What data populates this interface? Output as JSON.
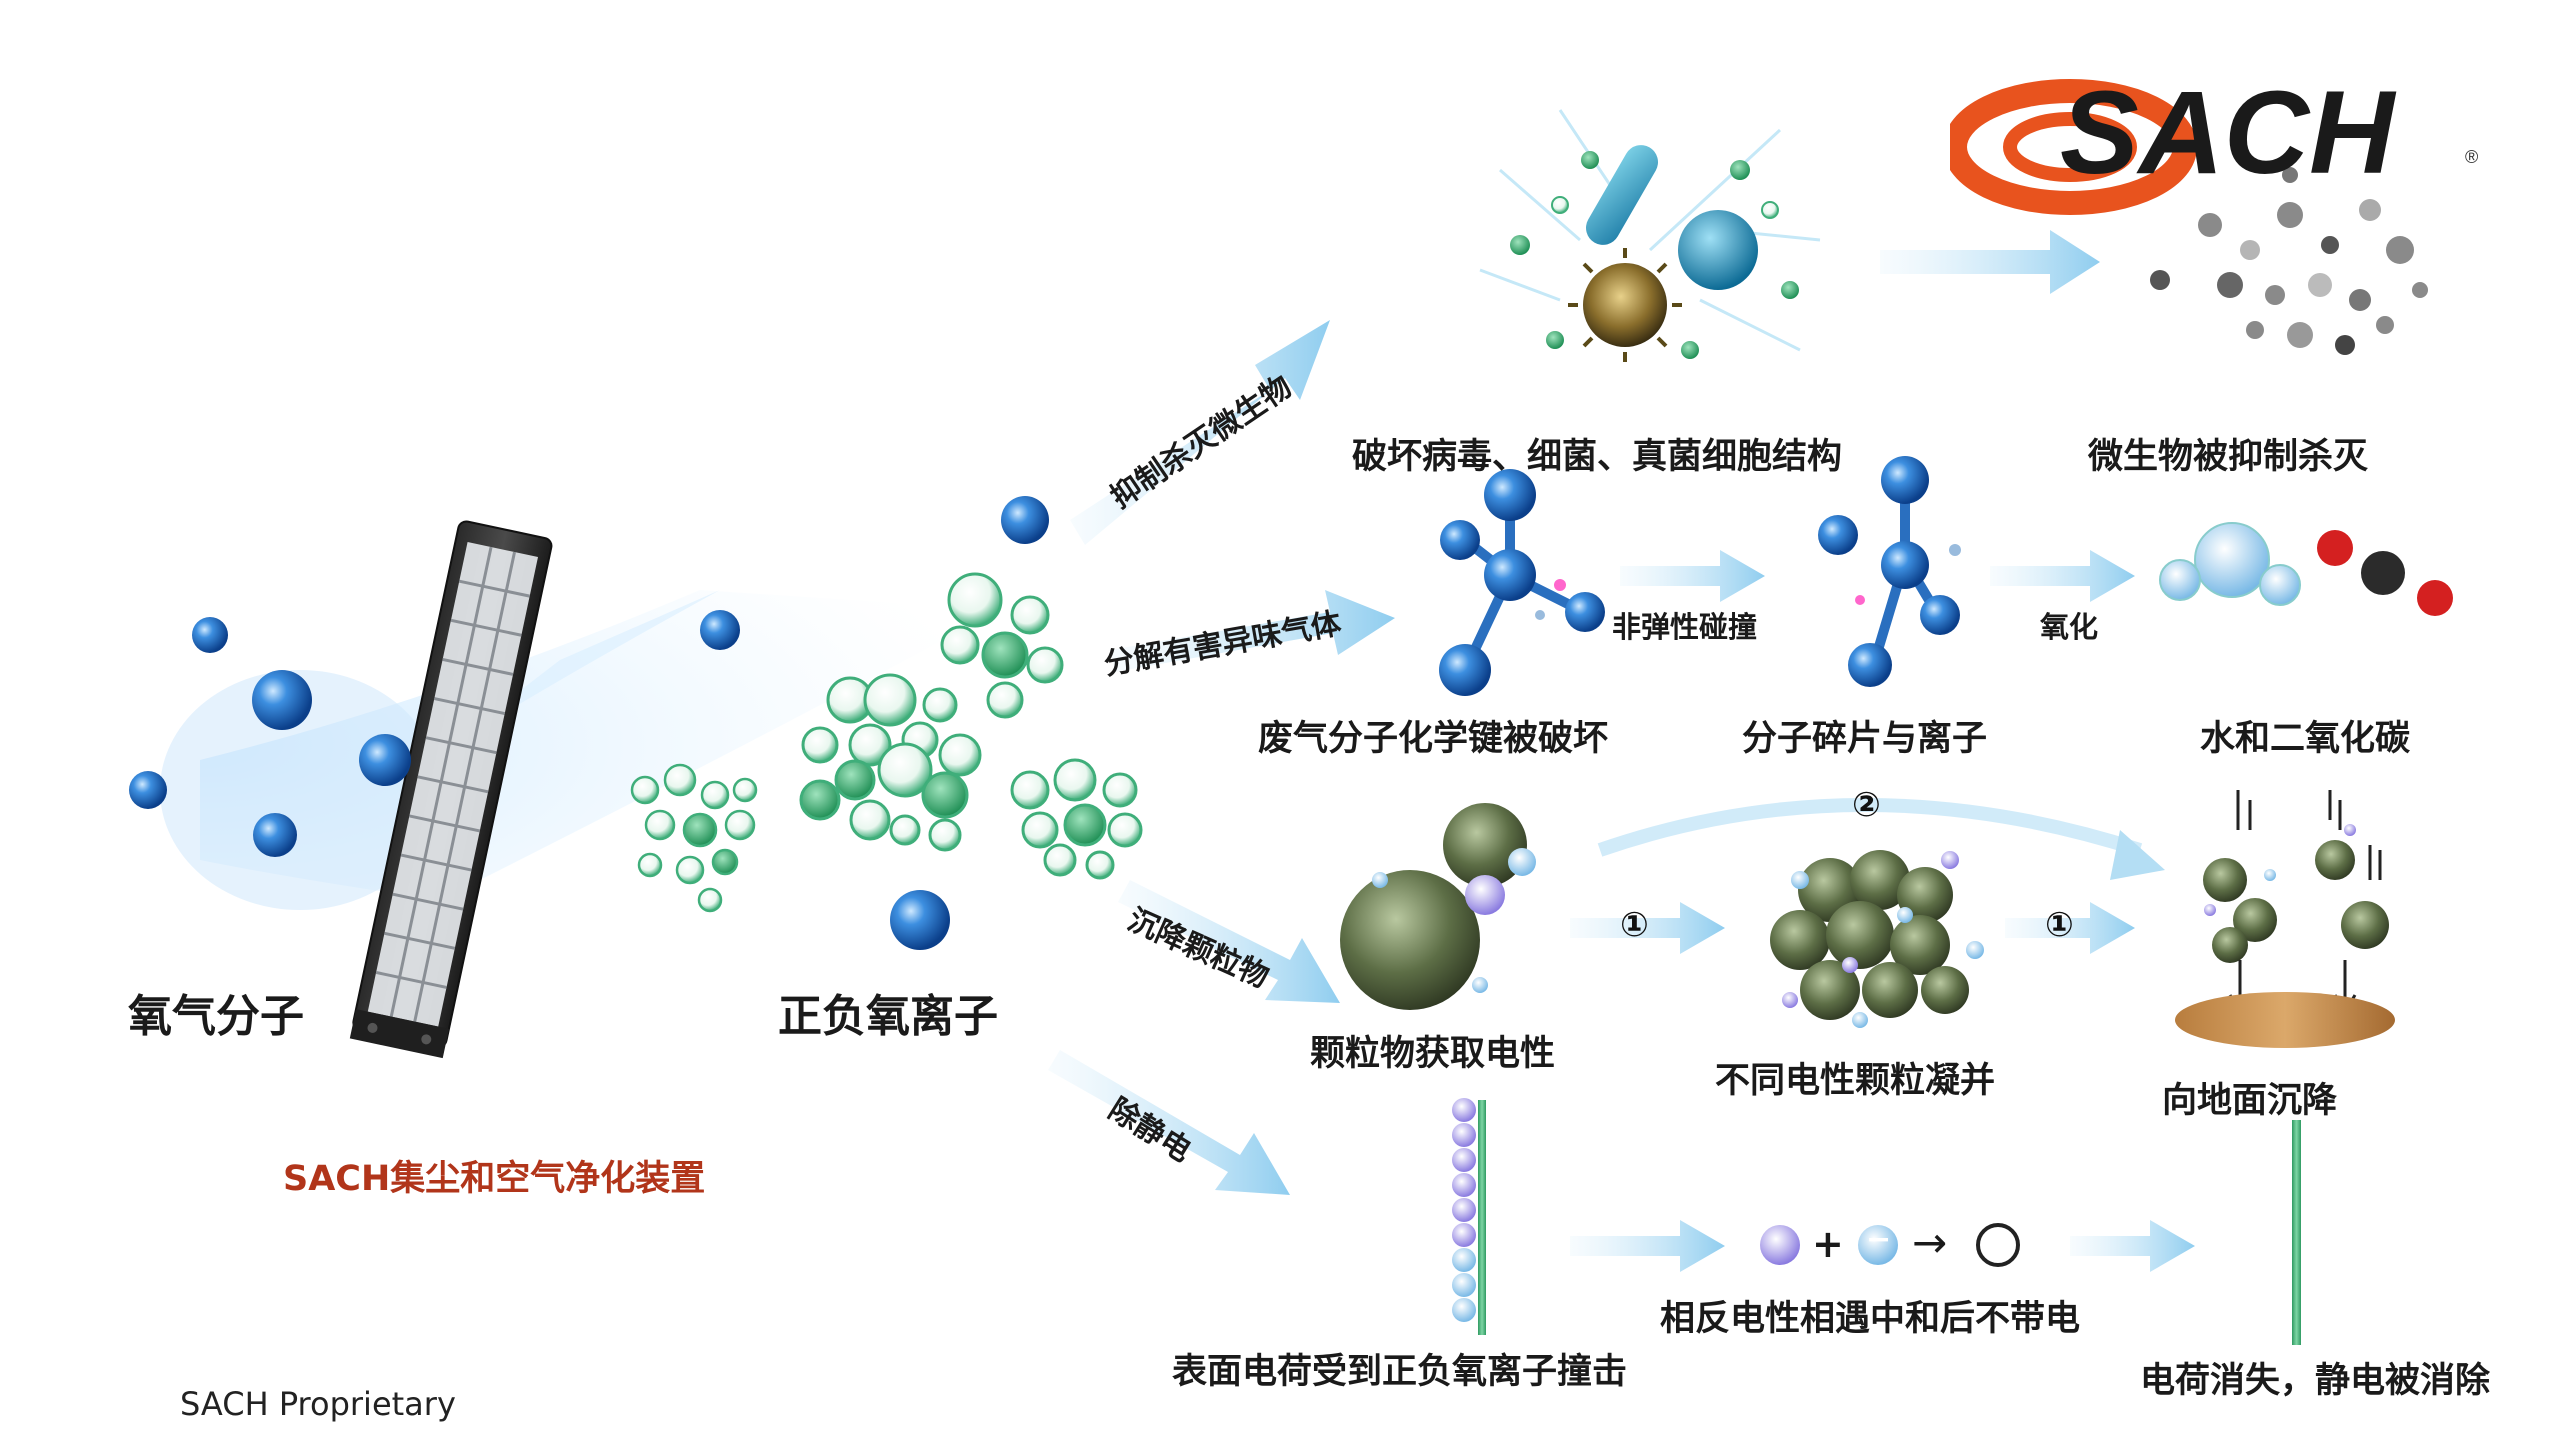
{
  "logo": {
    "text": "SACH",
    "registered": "®",
    "color": "#e8531e"
  },
  "left": {
    "oxygen_label": "氧气分子",
    "ions_label": "正负氧离子",
    "brand_caption": "SACH集尘和空气净化装置",
    "proprietary": "SACH Proprietary"
  },
  "branches": {
    "kill": "抑制杀灭微生物",
    "decompose": "分解有害异味气体",
    "settle": "沉降颗粒物",
    "static": "除静电"
  },
  "row1": {
    "step1": "破坏病毒、细菌、真菌细胞结构",
    "step2": "微生物被抑制杀灭"
  },
  "row2": {
    "step1": "废气分子化学键被破坏",
    "arrow1": "非弹性碰撞",
    "step2": "分子碎片与离子",
    "arrow2": "氧化",
    "step3": "水和二氧化碳"
  },
  "row3": {
    "step1": "颗粒物获取电性",
    "mark_a": "①",
    "mark_b": "②",
    "mark_c": "①",
    "step2": "不同电性颗粒凝并",
    "step3": "向地面沉降"
  },
  "row4": {
    "step1": "表面电荷受到正负氧离子撞击",
    "plus": "+",
    "minus": "−",
    "arrow": "→",
    "step2": "相反电性相遇中和后不带电",
    "step3": "电荷消失，静电被消除"
  },
  "colors": {
    "ion_green": "#3fae7a",
    "oxygen_blue": "#1f6fc4",
    "arrow_blue": "#a9d8f2",
    "caption_red": "#b1351a"
  }
}
